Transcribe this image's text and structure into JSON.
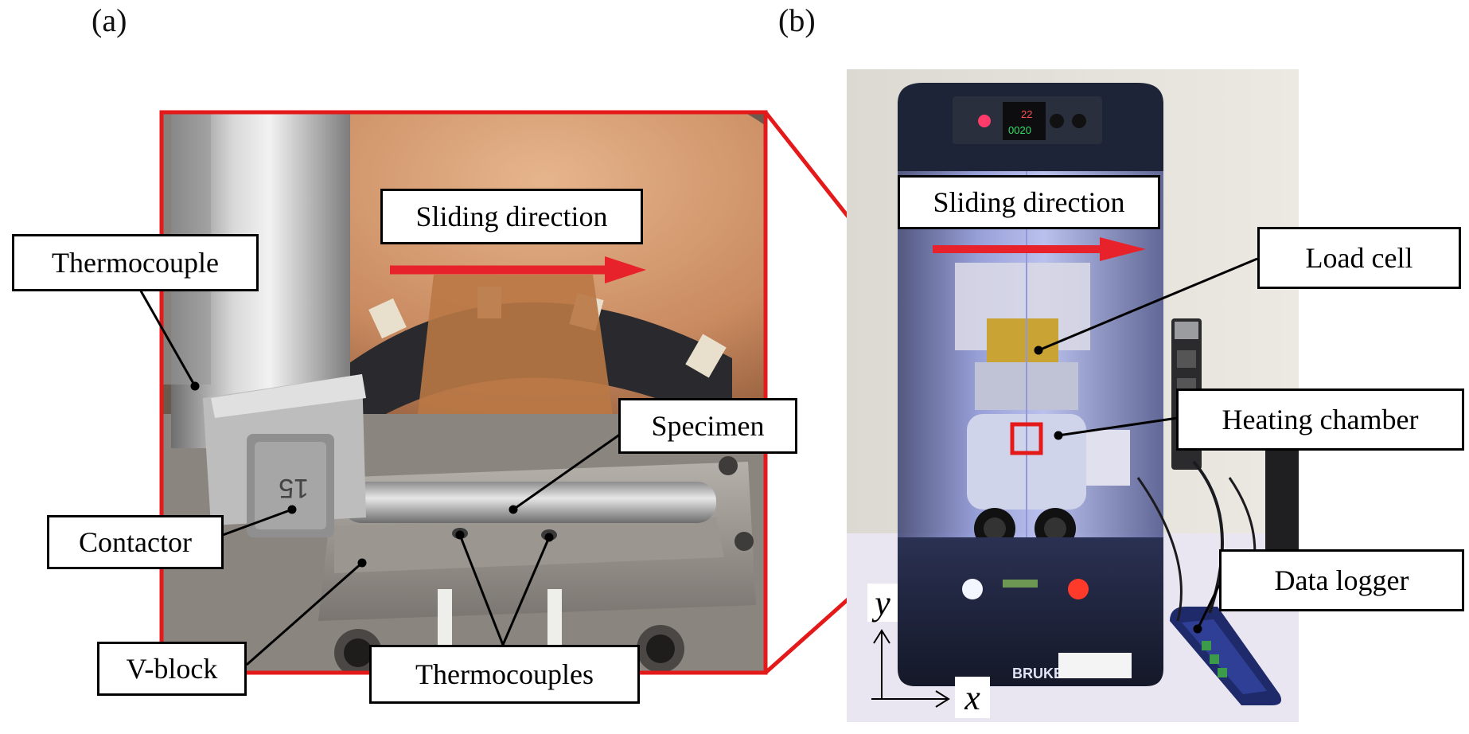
{
  "figure": {
    "panel_a_label": "(a)",
    "panel_b_label": "(b)"
  },
  "panel_a": {
    "labels": {
      "thermocouple": "Thermocouple",
      "sliding_direction": "Sliding direction",
      "specimen": "Specimen",
      "contactor": "Contactor",
      "v_block": "V-block",
      "thermocouples": "Thermocouples"
    },
    "contactor_engraving": "15"
  },
  "panel_b": {
    "labels": {
      "sliding_direction": "Sliding direction",
      "load_cell": "Load cell",
      "heating_chamber": "Heating chamber",
      "data_logger": "Data logger"
    },
    "controller_readout_top": "22",
    "controller_readout_bottom": "0020",
    "brand": "BRUKER",
    "axes": {
      "y": "y",
      "x": "x"
    }
  },
  "colors": {
    "highlight_red": "#e41a1a",
    "arrow_red": "#e8222a",
    "machine_navy": "#1e2438",
    "glow_blue": "#6a78ff"
  }
}
